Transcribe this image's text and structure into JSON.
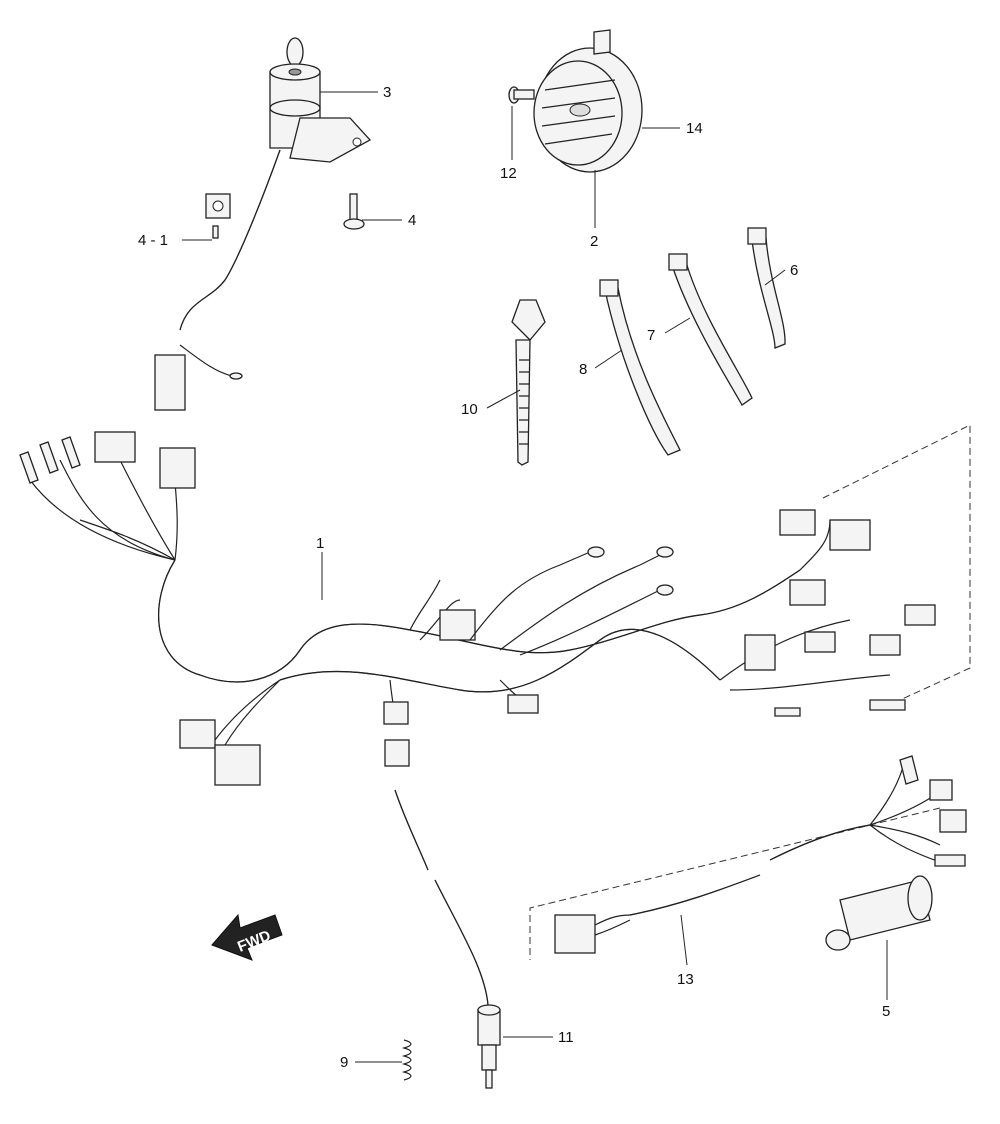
{
  "diagram": {
    "callouts": {
      "p1": "1",
      "p2": "2",
      "p3": "3",
      "p4": "4",
      "p4_1": "4 - 1",
      "p5": "5",
      "p6": "6",
      "p7": "7",
      "p8": "8",
      "p9": "9",
      "p10": "10",
      "p11": "11",
      "p12": "12",
      "p13": "13",
      "p14": "14"
    },
    "direction_arrow": {
      "label": "FWD"
    }
  }
}
